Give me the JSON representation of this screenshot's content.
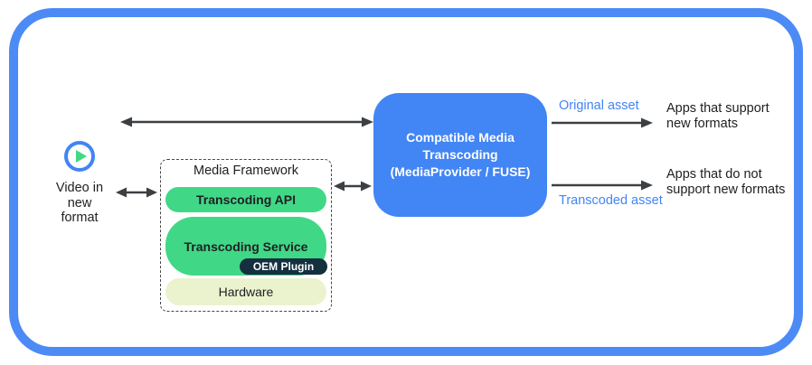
{
  "palette": {
    "accent_blue": "#4285F4",
    "frame_blue": "#4C8BF5",
    "green": "#40D886",
    "cream": "#EBF3CE",
    "navy": "#142F3E",
    "arrow_gray": "#3C4043",
    "text_dark": "#202124"
  },
  "source": {
    "icon": "play-icon",
    "line1": "Video in",
    "line2": "new",
    "line3": "format"
  },
  "media_framework": {
    "title": "Media Framework",
    "layers": {
      "api": "Transcoding API",
      "service": "Transcoding Service",
      "oem_badge": "OEM Plugin",
      "hardware": "Hardware"
    }
  },
  "transcoder": {
    "title": "Compatible Media Transcoding",
    "subtitle": "(MediaProvider / FUSE)"
  },
  "outputs": {
    "original": {
      "label": "Original asset",
      "target": "Apps that support new formats"
    },
    "transcoded": {
      "label": "Transcoded asset",
      "target": "Apps that do not support new formats"
    }
  }
}
